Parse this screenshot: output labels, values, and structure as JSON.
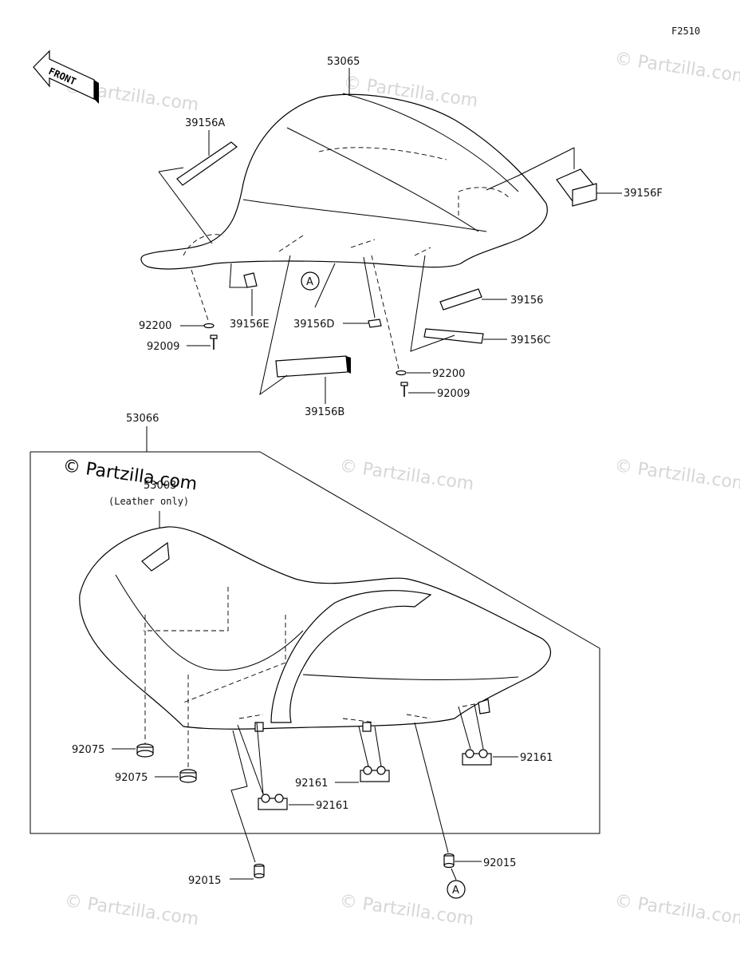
{
  "figure_code": "F2510",
  "front_arrow": {
    "label": "FRONT"
  },
  "watermark": "© Partzilla.com",
  "parts": {
    "rear_seat": "53065",
    "seat": "53066",
    "p39156A": "39156A",
    "p39156F": "39156F",
    "p39156": "39156",
    "p39156C": "39156C",
    "p39156E": "39156E",
    "p39156D": "39156D",
    "p39156B": "39156B",
    "p92200_left": "92200",
    "p92009_left": "92009",
    "p92200_right": "92200",
    "p92009_right": "92009",
    "p53003": "53003",
    "p53003_note": "(Leather only)",
    "p92075_a": "92075",
    "p92075_b": "92075",
    "p92161_a": "92161",
    "p92161_b": "92161",
    "p92161_c": "92161",
    "p92015_left": "92015",
    "p92015_right": "92015"
  },
  "refs": {
    "a_top": "A",
    "a_bottom": "A"
  },
  "icons": [
    "front-arrow-icon",
    "bolt-icon",
    "washer-icon",
    "grommet-icon",
    "clip-icon",
    "collar-icon"
  ]
}
